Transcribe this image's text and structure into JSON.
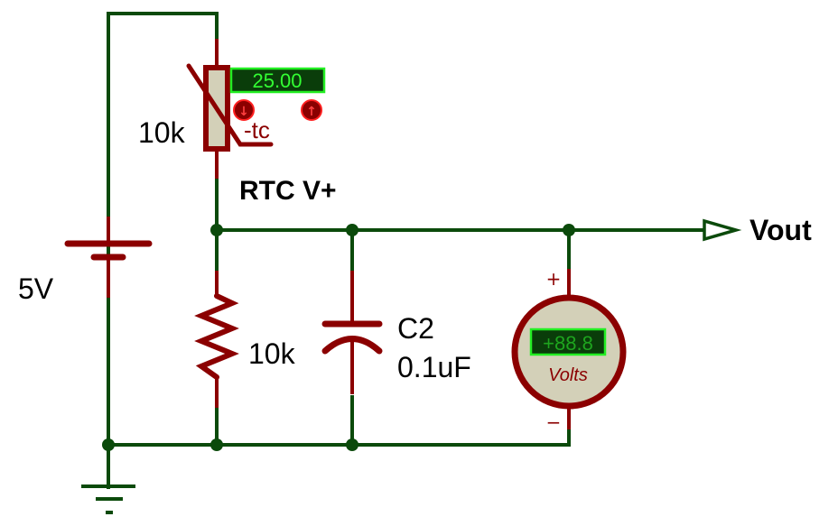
{
  "diagram": {
    "type": "circuit-schematic",
    "components": {
      "battery": {
        "label": "5V"
      },
      "thermistor": {
        "label": "10k",
        "tag": "-tc",
        "display_value": "25.00",
        "decrease_button": "↓",
        "increase_button": "↑"
      },
      "resistor": {
        "label": "10k"
      },
      "capacitor": {
        "name": "C2",
        "value": "0.1uF"
      },
      "voltmeter": {
        "display": "+88.8",
        "unit": "Volts",
        "plus": "+",
        "minus": "−"
      }
    },
    "net_labels": {
      "node": "RTC V+",
      "output": "Vout"
    }
  }
}
